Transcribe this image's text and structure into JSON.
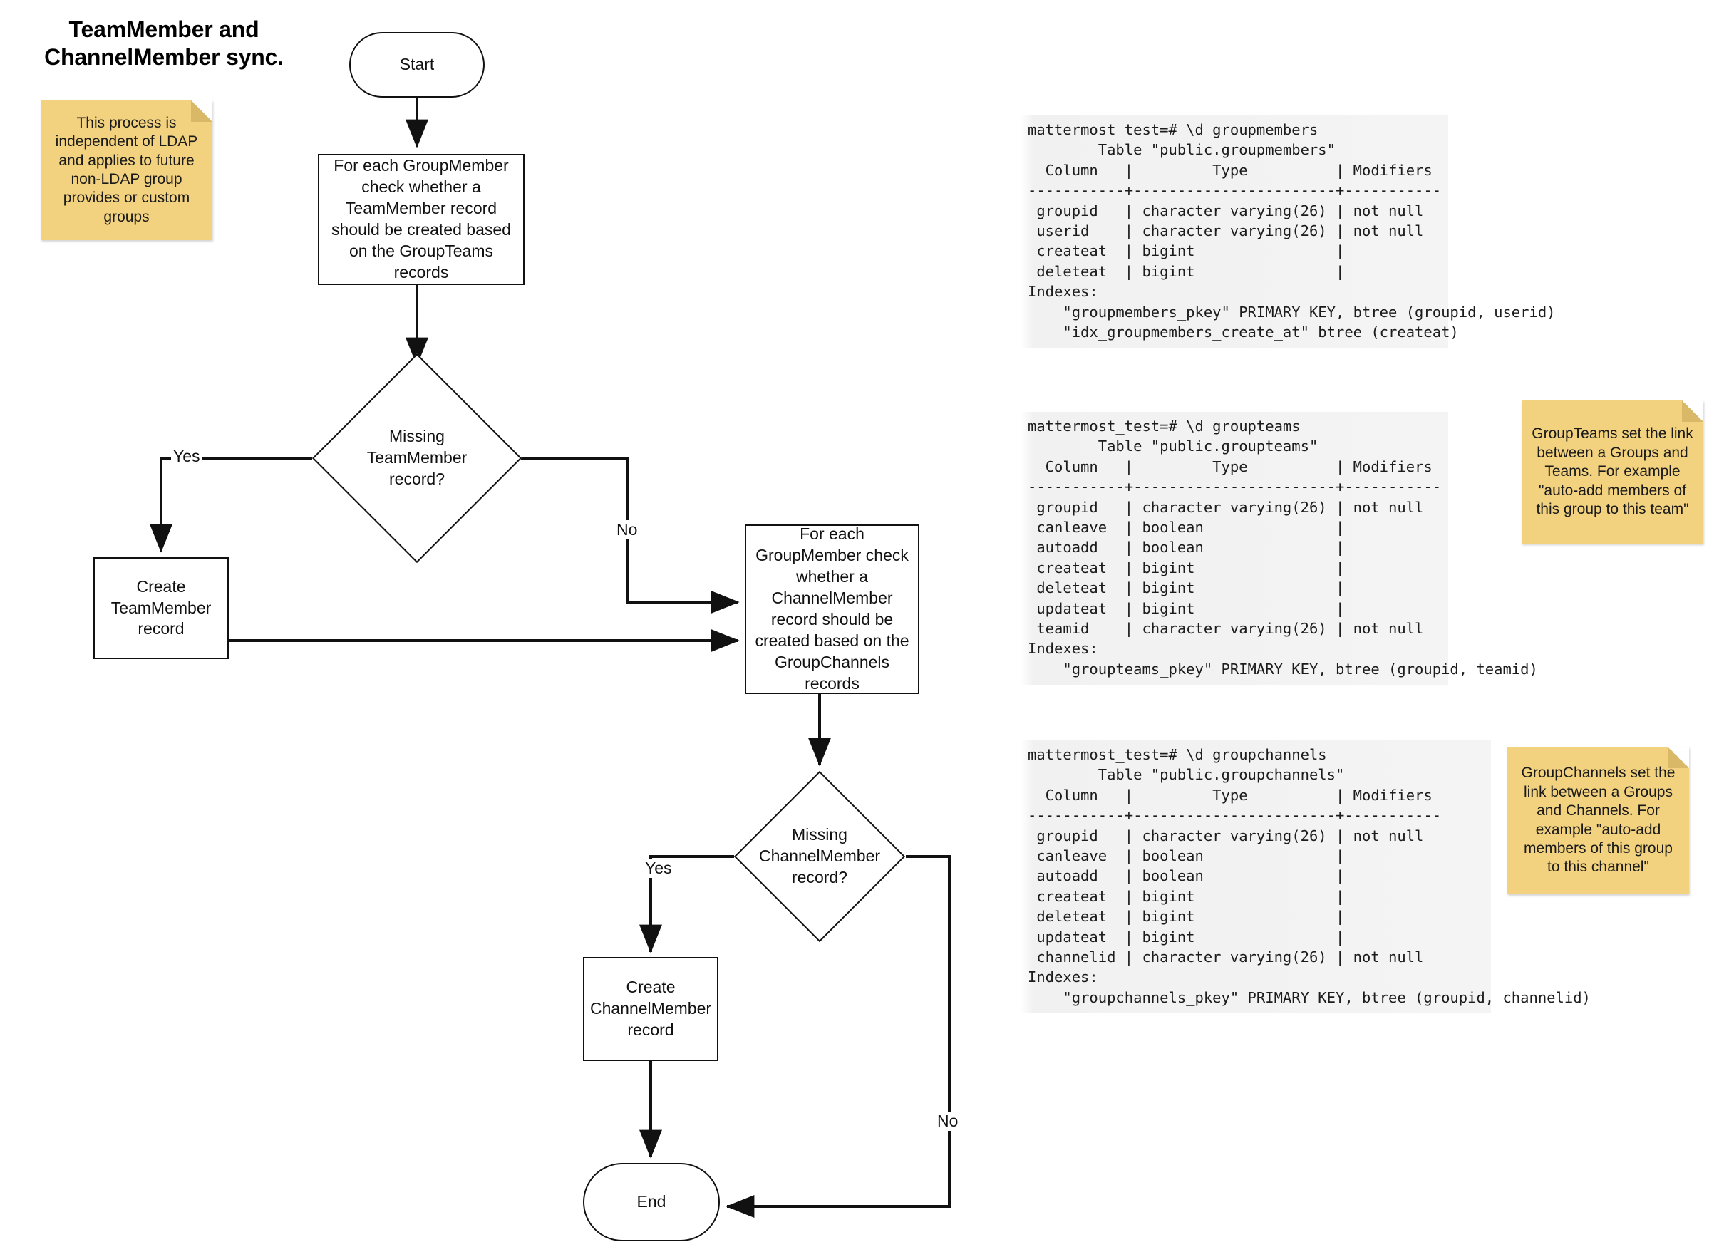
{
  "title": {
    "line1": "TeamMember and",
    "line2": "ChannelMember sync."
  },
  "notes": {
    "ldap": "This process is independent of LDAP and applies to future non-LDAP group provides or custom groups",
    "groupteams": "GroupTeams set the link between a Groups and Teams. For example \"auto-add members of this group to this team\"",
    "groupchannels": "GroupChannels set the link between a Groups and Channels. For example \"auto-add members of this group to this channel\""
  },
  "flow": {
    "start": "Start",
    "process_team": "For each GroupMember check whether a TeamMember record should be created based on the GroupTeams records",
    "decision_team": "Missing TeamMember record?",
    "create_team": "Create TeamMember record",
    "process_channel": "For each GroupMember check whether a ChannelMember record should be created based on the GroupChannels records",
    "decision_channel": "Missing ChannelMember record?",
    "create_channel": "Create ChannelMember record",
    "end": "End",
    "labels": {
      "yes_team": "Yes",
      "no_team": "No",
      "yes_channel": "Yes",
      "no_channel": "No"
    }
  },
  "terminals": {
    "groupmembers": "mattermost_test=# \\d groupmembers\n        Table \"public.groupmembers\"\n  Column   |         Type          | Modifiers\n-----------+-----------------------+-----------\n groupid   | character varying(26) | not null\n userid    | character varying(26) | not null\n createat  | bigint                |\n deleteat  | bigint                |\nIndexes:\n    \"groupmembers_pkey\" PRIMARY KEY, btree (groupid, userid)\n    \"idx_groupmembers_create_at\" btree (createat)",
    "groupteams": "mattermost_test=# \\d groupteams\n        Table \"public.groupteams\"\n  Column   |         Type          | Modifiers\n-----------+-----------------------+-----------\n groupid   | character varying(26) | not null\n canleave  | boolean               |\n autoadd   | boolean               |\n createat  | bigint                |\n deleteat  | bigint                |\n updateat  | bigint                |\n teamid    | character varying(26) | not null\nIndexes:\n    \"groupteams_pkey\" PRIMARY KEY, btree (groupid, teamid)",
    "groupchannels": "mattermost_test=# \\d groupchannels\n        Table \"public.groupchannels\"\n  Column   |         Type          | Modifiers\n-----------+-----------------------+-----------\n groupid   | character varying(26) | not null\n canleave  | boolean               |\n autoadd   | boolean               |\n createat  | bigint                |\n deleteat  | bigint                |\n updateat  | bigint                |\n channelid | character varying(26) | not null\nIndexes:\n    \"groupchannels_pkey\" PRIMARY KEY, btree (groupid, channelid)"
  },
  "colors": {
    "note": "#f2d27f",
    "note_fold": "#d9b868",
    "stroke": "#111111",
    "terminal_bg": "#f4f4f4"
  }
}
